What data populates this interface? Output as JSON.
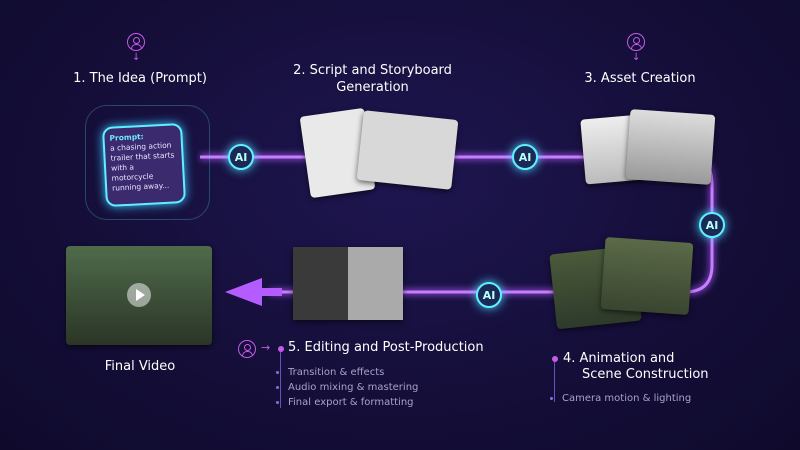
{
  "steps": {
    "idea": {
      "title": "1. The Idea (Prompt)",
      "prompt_label": "Prompt:",
      "prompt_text": "a chasing action trailer that starts with a motorcycle running away..."
    },
    "script": {
      "title": "2. Script and Storyboard Generation"
    },
    "asset": {
      "title": "3. Asset Creation"
    },
    "animation": {
      "title_line1": "4. Animation and",
      "title_line2": "Scene Construction",
      "bullets": [
        "Camera motion & lighting"
      ]
    },
    "editing": {
      "title": "5. Editing and Post-Production",
      "bullets": [
        "Transition & effects",
        "Audio mixing & mastering",
        "Final export & formatting"
      ]
    },
    "final": {
      "title": "Final Video"
    }
  },
  "ai_label": "AI",
  "colors": {
    "accent": "#c65be8",
    "flow": "#a855f7",
    "ai_glow": "#5ff0ff"
  }
}
